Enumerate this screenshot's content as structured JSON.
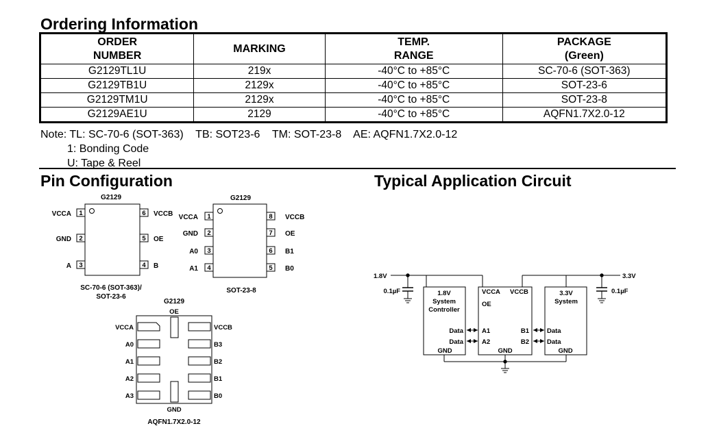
{
  "ordering": {
    "title": "Ordering Information",
    "headers": [
      [
        "ORDER",
        "NUMBER"
      ],
      [
        "MARKING"
      ],
      [
        "TEMP.",
        "RANGE"
      ],
      [
        "PACKAGE",
        "(Green)"
      ]
    ],
    "rows": [
      [
        "G2129TL1U",
        "219x",
        "-40°C to +85°C",
        "SC-70-6 (SOT-363)"
      ],
      [
        "G2129TB1U",
        "2129x",
        "-40°C to +85°C",
        "SOT-23-6"
      ],
      [
        "G2129TM1U",
        "2129x",
        "-40°C to +85°C",
        "SOT-23-8"
      ],
      [
        "G2129AE1U",
        "2129",
        "-40°C to +85°C",
        "AQFN1.7X2.0-12"
      ]
    ],
    "note_lines": [
      "Note: TL: SC-70-6 (SOT-363)    TB: SOT23-6    TM: SOT-23-8    AE: AQFN1.7X2.0-12",
      "1: Bonding Code",
      "U: Tape & Reel"
    ]
  },
  "pin_config": {
    "title": "Pin Configuration",
    "sc70": {
      "part": "G2129",
      "left_pins": [
        [
          "VCCA",
          "1"
        ],
        [
          "GND",
          "2"
        ],
        [
          "A",
          "3"
        ]
      ],
      "right_pins": [
        [
          "6",
          "VCCB"
        ],
        [
          "5",
          "OE"
        ],
        [
          "4",
          "B"
        ]
      ],
      "caption": [
        "SC-70-6 (SOT-363)/",
        "SOT-23-6"
      ]
    },
    "sot238": {
      "part": "G2129",
      "left_pins": [
        [
          "VCCA",
          "1"
        ],
        [
          "GND",
          "2"
        ],
        [
          "A0",
          "3"
        ],
        [
          "A1",
          "4"
        ]
      ],
      "right_pins": [
        [
          "8",
          "VCCB"
        ],
        [
          "7",
          "OE"
        ],
        [
          "6",
          "B1"
        ],
        [
          "5",
          "B0"
        ]
      ],
      "caption": "SOT-23-8"
    },
    "aqfn": {
      "part": "G2129",
      "top_pin": "OE",
      "bottom_pin": "GND",
      "left_pins": [
        "VCCA",
        "A0",
        "A1",
        "A2",
        "A3"
      ],
      "right_pins": [
        "VCCB",
        "B3",
        "B2",
        "B1",
        "B0"
      ],
      "caption": "AQFN1.7X2.0-12"
    }
  },
  "circuit": {
    "title": "Typical Application Circuit",
    "v_left": "1.8V",
    "v_right": "3.3V",
    "cap_left": "0.1µF",
    "cap_right": "0.1µF",
    "sys_left": [
      "1.8V",
      "System",
      "Controller"
    ],
    "sys_right": [
      "3.3V",
      "System"
    ],
    "ic_pins": {
      "vcca": "VCCA",
      "vccb": "VCCB",
      "oe": "OE",
      "a1": "A1",
      "a2": "A2",
      "b1": "B1",
      "b2": "B2",
      "gnd": "GND"
    },
    "data": "Data",
    "gnd": "GND"
  }
}
